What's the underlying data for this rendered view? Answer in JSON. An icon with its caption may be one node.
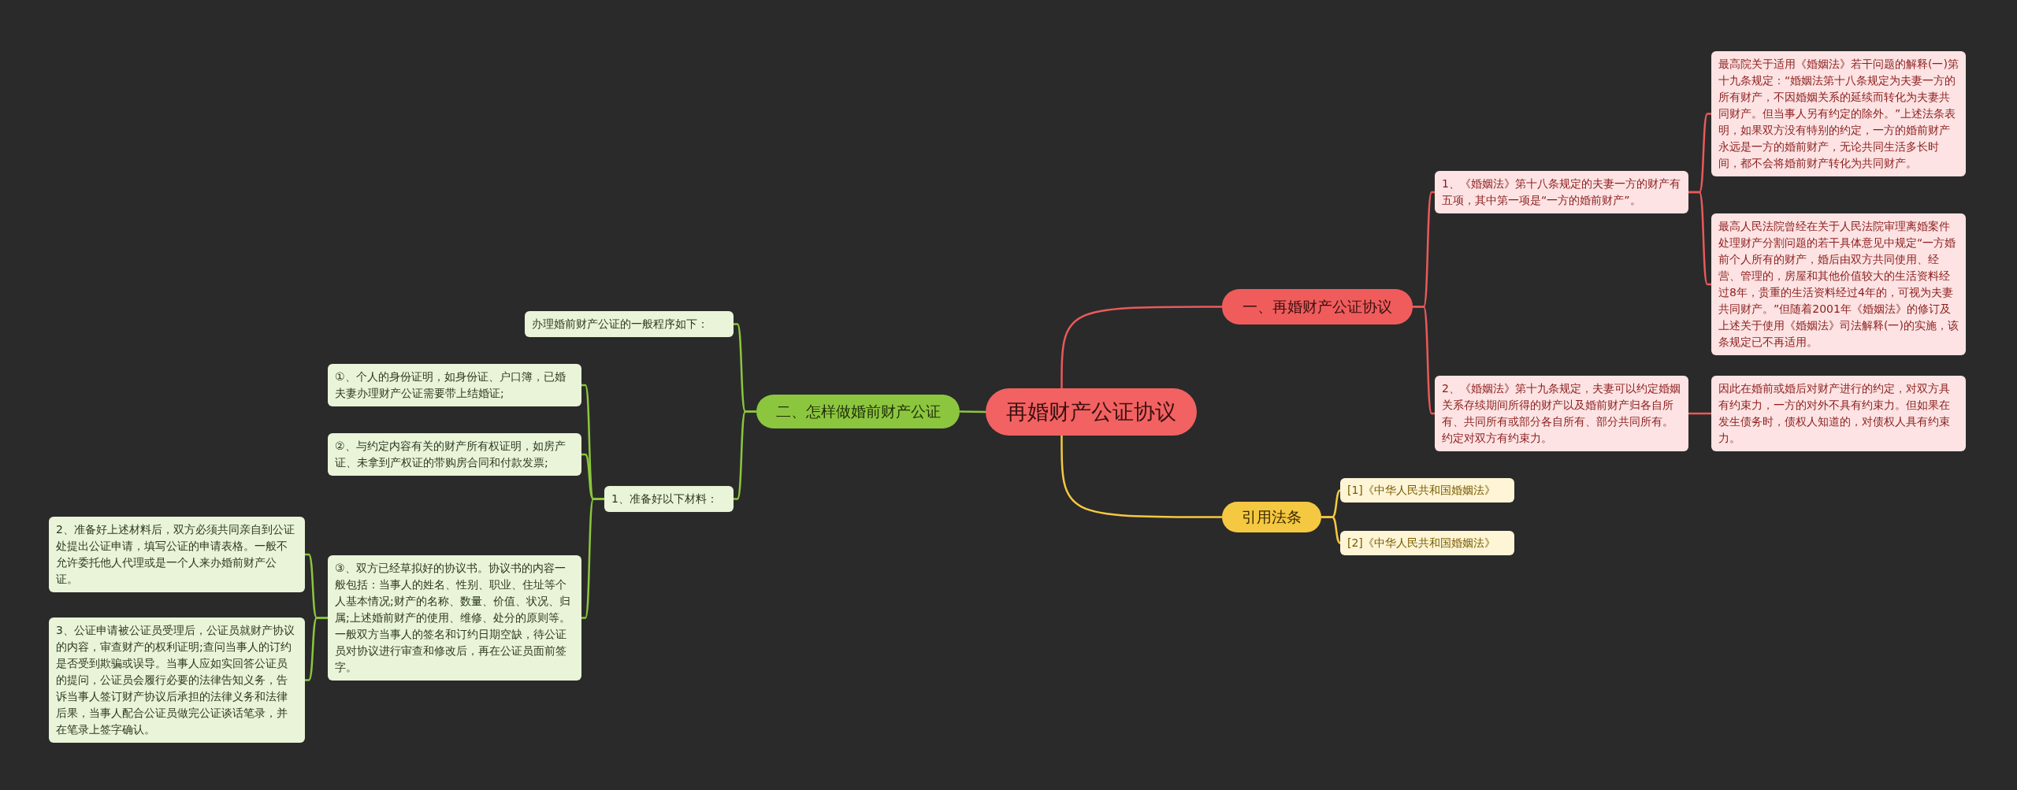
{
  "diagram": {
    "nodes": [
      {
        "text": [
          "再婚财产公证协议"
        ]
      },
      {
        "text": [
          "一、再婚财产公证协议"
        ]
      },
      {
        "text": [
          "1、《婚姻法》第十八条规定的夫妻一方的财产有五项，其中第一项是“一方的婚前财产”。"
        ]
      },
      {
        "text": [
          "最高院关于适用《婚姻法》若干问题的解释(一)第十九条规定：“婚姻法第十八条规定为夫妻一方的所有财产，不因婚姻关系的延续而转化为夫妻共同财产。但当事人另有约定的除外。”上述法条表明，如果双方没有特别的约定，一方的婚前财产永远是一方的婚前财产，无论共同生活多长时间，都不会将婚前财产转化为共同财产。"
        ]
      },
      {
        "text": [
          "最高人民法院曾经在关于人民法院审理离婚案件处理财产分割问题的若干具体意见中规定“一方婚前个人所有的财产，婚后由双方共同使用、经营、管理的，房屋和其他价值较大的生活资料经过8年，贵重的生活资料经过4年的，可视为夫妻共同财产。”但随着2001年《婚姻法》的修订及上述关于使用《婚姻法》司法解释(一)的实施，该条规定已不再适用。"
        ]
      },
      {
        "text": [
          "2、《婚姻法》第十九条规定，夫妻可以约定婚姻关系存续期间所得的财产以及婚前财产归各自所有、共同所有或部分各自所有、部分共同所有。约定对双方有约束力。"
        ]
      },
      {
        "text": [
          "因此在婚前或婚后对财产进行的约定，对双方具有约束力，一方的对外不具有约束力。但如果在发生债务时，债权人知道的，对债权人具有约束力。"
        ]
      },
      {
        "text": [
          "二、怎样做婚前财产公证"
        ]
      },
      {
        "text": [
          "办理婚前财产公证的一般程序如下："
        ]
      },
      {
        "text": [
          "1、准备好以下材料："
        ]
      },
      {
        "text": [
          "①、个人的身份证明，如身份证、户口簿，已婚夫妻办理财产公证需要带上结婚证;"
        ]
      },
      {
        "text": [
          "②、与约定内容有关的财产所有权证明，如房产证、未拿到产权证的带购房合同和付款发票;"
        ]
      },
      {
        "text": [
          "③、双方已经草拟好的协议书。协议书的内容一般包括：当事人的姓名、性别、职业、住址等个人基本情况;财产的名称、数量、价值、状况、归属;上述婚前财产的使用、维修、处分的原则等。一般双方当事人的签名和订约日期空缺，待公证员对协议进行审查和修改后，再在公证员面前签字。"
        ]
      },
      {
        "text": [
          "2、准备好上述材料后，双方必须共同亲自到公证处提出公证申请，填写公证的申请表格。一般不允许委托他人代理或是一个人来办婚前财产公证。"
        ]
      },
      {
        "text": [
          "3、公证申请被公证员受理后，公证员就财产协议的内容，审查财产的权利证明;查问当事人的订约是否受到欺骗或误导。当事人应如实回答公证员的提问，公证员会履行必要的法律告知义务，告诉当事人签订财产协议后承担的法律义务和法律后果，当事人配合公证员做完公证谈话笔录，并在笔录上签字确认。"
        ]
      },
      {
        "text": [
          "引用法条"
        ]
      },
      {
        "text": [
          "[1]《中华人民共和国婚姻法》"
        ]
      },
      {
        "text": [
          "[2]《中华人民共和国婚姻法》"
        ]
      }
    ],
    "edges": [
      {
        "from": 0,
        "to": 1,
        "arrow": "none",
        "color": "#e85a5a"
      },
      {
        "from": 1,
        "to": 2,
        "arrow": "none",
        "color": "#e85a5a"
      },
      {
        "from": 2,
        "to": 3,
        "arrow": "none",
        "color": "#e85a5a"
      },
      {
        "from": 2,
        "to": 4,
        "arrow": "none",
        "color": "#e85a5a"
      },
      {
        "from": 1,
        "to": 5,
        "arrow": "none",
        "color": "#e85a5a"
      },
      {
        "from": 5,
        "to": 6,
        "arrow": "none",
        "color": "#e85a5a"
      },
      {
        "from": 0,
        "to": 7,
        "arrow": "none"
      },
      {
        "from": 7,
        "to": 8,
        "arrow": "none"
      },
      {
        "from": 7,
        "to": 9,
        "arrow": "none"
      },
      {
        "from": 9,
        "to": 10,
        "arrow": "none"
      },
      {
        "from": 9,
        "to": 11,
        "arrow": "none"
      },
      {
        "from": 9,
        "to": 12,
        "arrow": "none"
      },
      {
        "from": 12,
        "to": 13,
        "arrow": "none"
      },
      {
        "from": 12,
        "to": 14,
        "arrow": "none"
      },
      {
        "from": 0,
        "to": 15,
        "arrow": "none",
        "color": "#f5c842"
      },
      {
        "from": 15,
        "to": 16,
        "arrow": "none",
        "color": "#f5c842"
      },
      {
        "from": 15,
        "to": 17,
        "arrow": "none",
        "color": "#f5c842"
      }
    ]
  }
}
